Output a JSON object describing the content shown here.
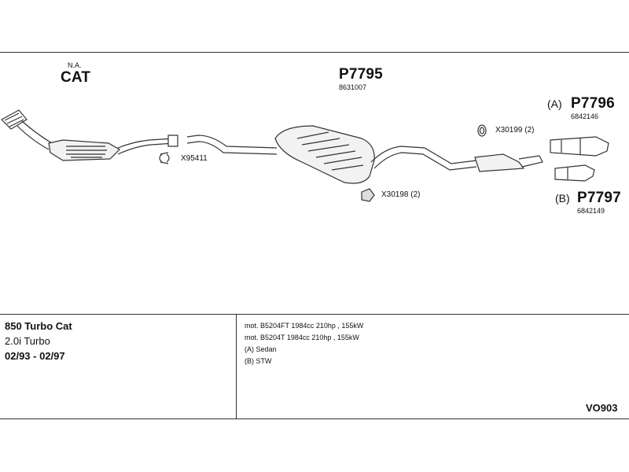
{
  "labels": {
    "cat": {
      "note": "N.A.",
      "name": "CAT"
    },
    "main_part": {
      "code": "P7795",
      "oe": "8631007"
    },
    "part_a": {
      "variant": "(A)",
      "code": "P7796",
      "oe": "6842146"
    },
    "part_b": {
      "variant": "(B)",
      "code": "P7797",
      "oe": "6842149"
    },
    "clamp": "X95411",
    "ring": "X30199 (2)",
    "hanger": "X30198 (2)"
  },
  "vehicle": {
    "model": "850 Turbo Cat",
    "engine": "2.0i Turbo",
    "years": "02/93 - 02/97"
  },
  "specs": [
    "mot. B5204FT 1984cc 210hp , 155kW",
    "mot. B5204T 1984cc 210hp , 155kW",
    "(A) Sedan",
    "(B) STW"
  ],
  "diagram_code": "VO903"
}
